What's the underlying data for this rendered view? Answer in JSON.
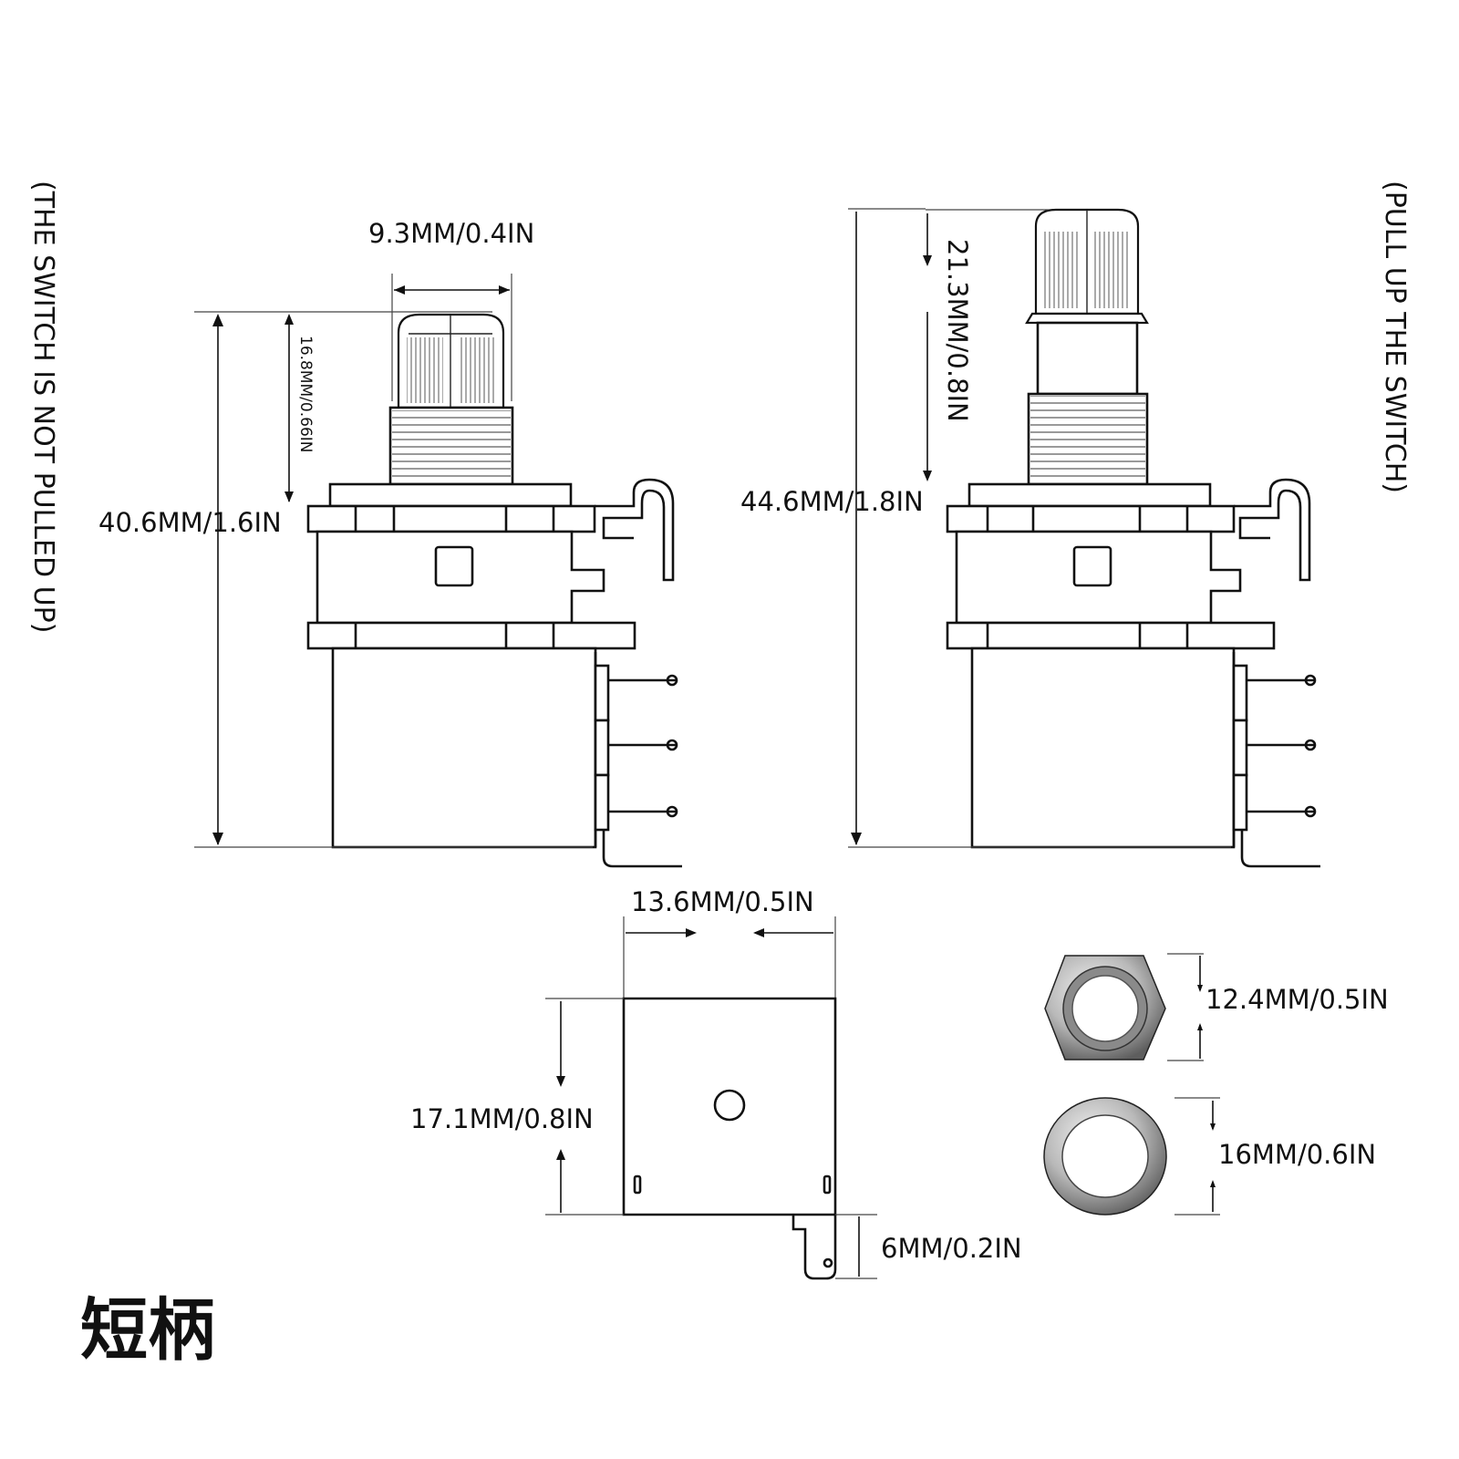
{
  "labels": {
    "state_not_pulled": "(THE SWITCH IS NOT PULLED UP)",
    "state_pulled": "(PULL UP THE SWITCH)",
    "knob_width": "9.3MM/0.4IN",
    "shaft_height_left": "16.8MM/0.66IN",
    "total_height_left": "40.6MM/1.6IN",
    "shaft_height_right": "21.3MM/0.8IN",
    "total_height_right": "44.6MM/1.8IN",
    "body_width": "13.6MM/0.5IN",
    "body_height": "17.1MM/0.8IN",
    "lug_height": "6MM/0.2IN",
    "nut_size": "12.4MM/0.5IN",
    "washer_size": "16MM/0.6IN",
    "handle_type": "短柄"
  },
  "colors": {
    "line": "#111111",
    "metal_light": "#dcdcdc",
    "metal_dark": "#6a6a6a"
  }
}
